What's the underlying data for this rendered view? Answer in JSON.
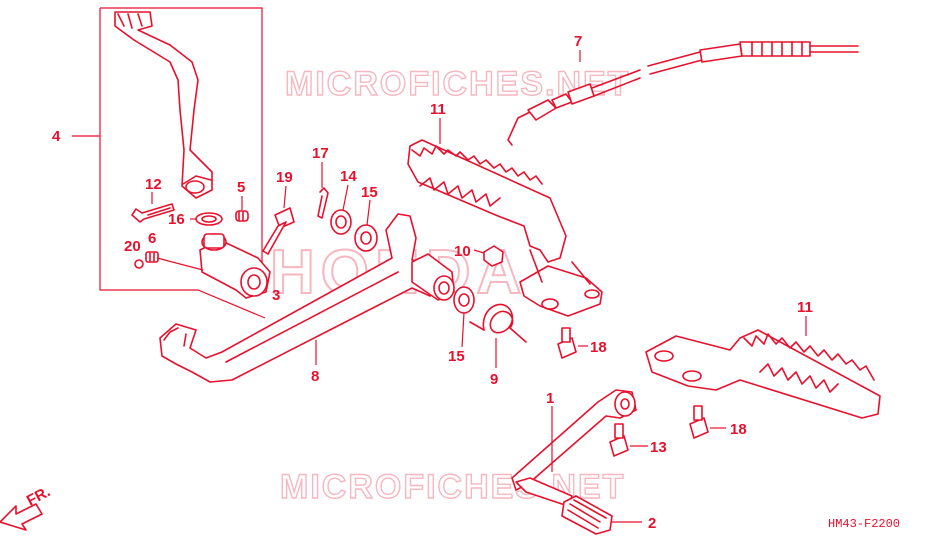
{
  "diagram": {
    "drawing_code": "HM43-F2200",
    "direction_label": "FR.",
    "watermarks": [
      "MICROFICHES.NET",
      "HONDA",
      "MICROFICHES.NET"
    ],
    "colors": {
      "ink": "#e8112d",
      "watermark": "#f5b8c0",
      "background": "#ffffff"
    },
    "callouts": {
      "c1": "1",
      "c2": "2",
      "c3": "3",
      "c4": "4",
      "c5": "5",
      "c6": "6",
      "c7": "7",
      "c8": "8",
      "c9": "9",
      "c10": "10",
      "c11a": "11",
      "c11b": "11",
      "c12": "12",
      "c13": "13",
      "c14": "14",
      "c15a": "15",
      "c15b": "15",
      "c16": "16",
      "c17": "17",
      "c18a": "18",
      "c18b": "18",
      "c19": "19",
      "c20": "20"
    }
  }
}
